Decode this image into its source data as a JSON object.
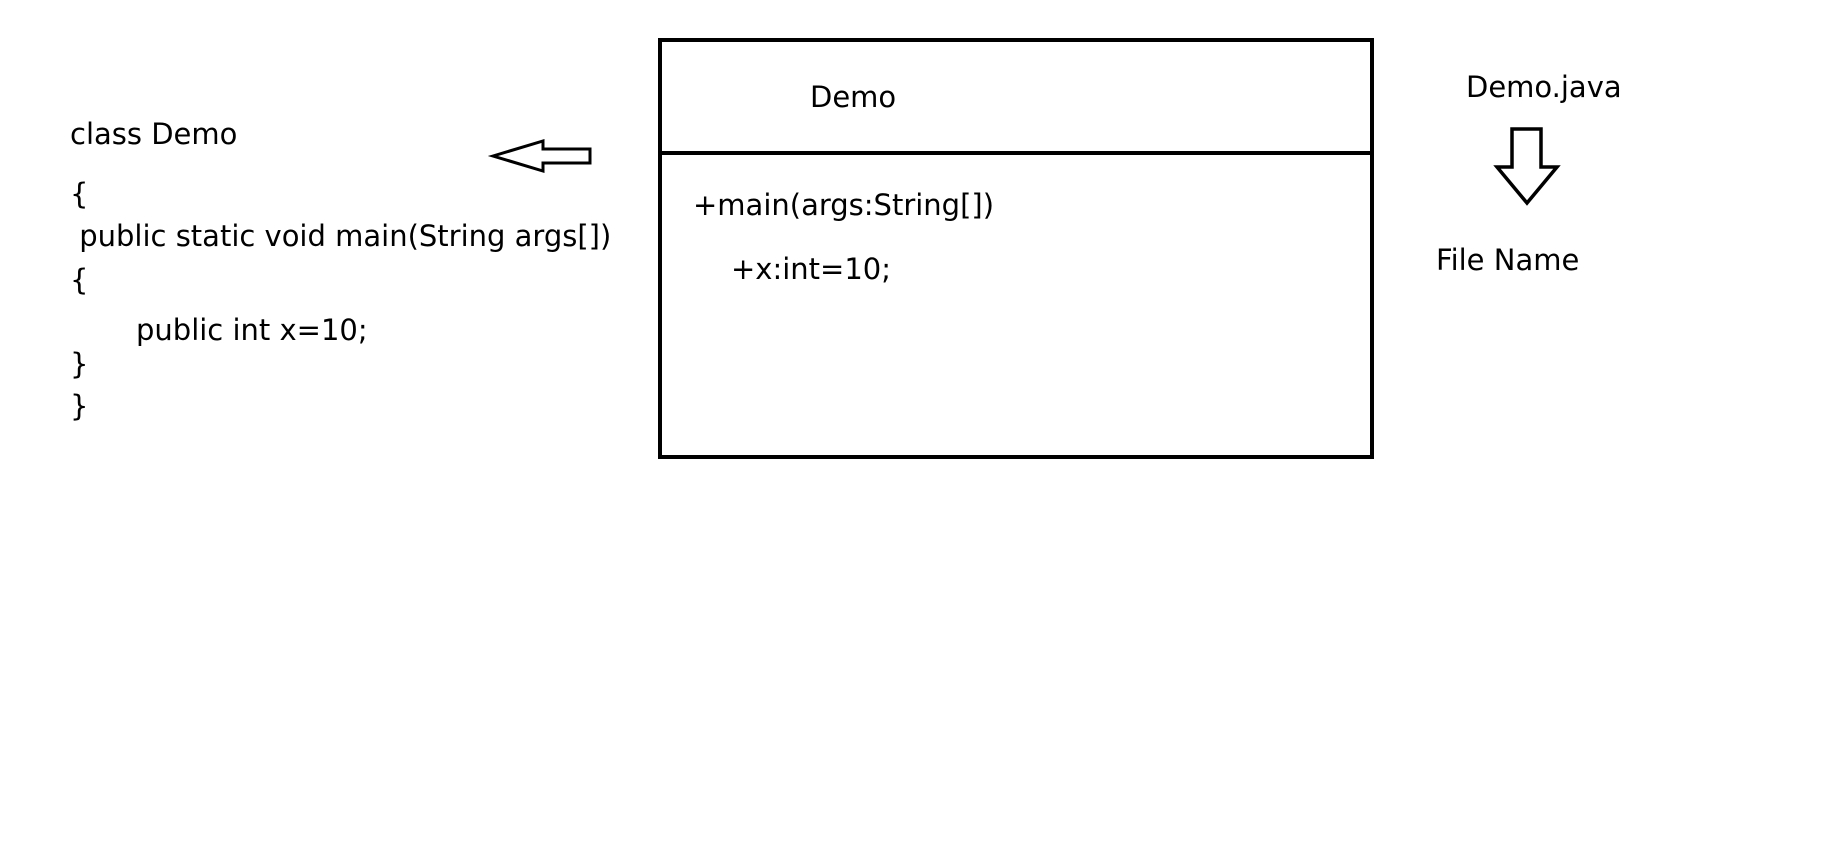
{
  "code": {
    "lines": [
      "class Demo",
      "{",
      " public static void main(String args[])",
      "{",
      "public int x=10;",
      "}",
      "}"
    ]
  },
  "uml": {
    "class_name": "Demo",
    "members": [
      "+main(args:String[])",
      "+x:int=10;"
    ]
  },
  "file": {
    "filename": "Demo.java",
    "label": "File Name"
  },
  "icons": {
    "left_arrow": "arrow-left-icon",
    "down_arrow": "arrow-down-icon"
  }
}
